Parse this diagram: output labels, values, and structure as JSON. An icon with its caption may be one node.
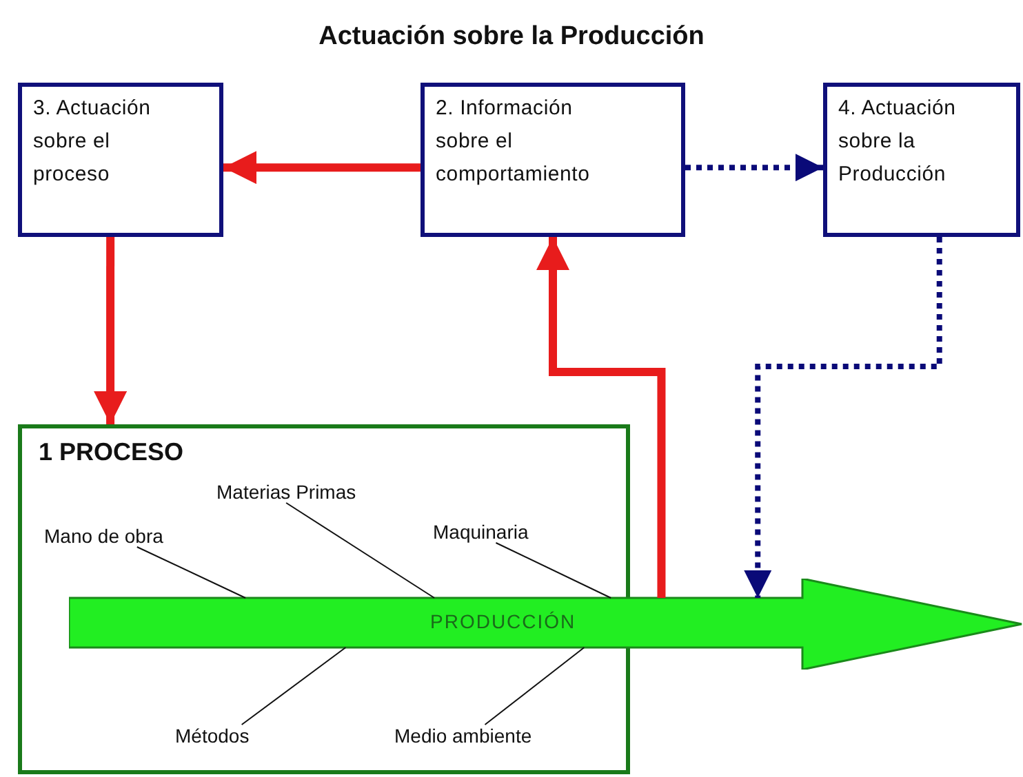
{
  "diagram": {
    "title": "Actuación sobre la Producción",
    "nodes": [
      {
        "text": [
          "3. Actuación sobre el proceso"
        ]
      },
      {
        "text": [
          "2. Información sobre el comportamiento"
        ]
      },
      {
        "text": [
          "4. Actuación sobre la Producción"
        ]
      },
      {
        "text": [
          "1 PROCESO"
        ]
      },
      {
        "text": [
          "PRODUCCIÓN"
        ]
      },
      {
        "text": [
          "Mano de obra"
        ],
        "in": 3
      },
      {
        "text": [
          "Materias Primas"
        ],
        "in": 3
      },
      {
        "text": [
          "Maquinaria"
        ],
        "in": 3
      },
      {
        "text": [
          "Métodos"
        ],
        "in": 3
      },
      {
        "text": [
          "Medio ambiente"
        ],
        "in": 3
      }
    ],
    "edges": [
      {
        "from": 1,
        "to": 0,
        "arrow": "to",
        "style": "thick",
        "color": "#e81c1c"
      },
      {
        "from": 1,
        "to": 2,
        "arrow": "to",
        "style": "dashed",
        "color": "#0a0a78"
      },
      {
        "from": 0,
        "to": 3,
        "arrow": "to",
        "style": "thick",
        "color": "#e81c1c"
      },
      {
        "from": 4,
        "to": 1,
        "arrow": "to",
        "style": "thick",
        "color": "#e81c1c"
      },
      {
        "from": 2,
        "to": 4,
        "arrow": "to",
        "style": "dashed",
        "color": "#0a0a78"
      },
      {
        "from": 5,
        "to": 4,
        "arrow": "none"
      },
      {
        "from": 6,
        "to": 4,
        "arrow": "none"
      },
      {
        "from": 7,
        "to": 4,
        "arrow": "none"
      },
      {
        "from": 8,
        "to": 4,
        "arrow": "none"
      },
      {
        "from": 9,
        "to": 4,
        "arrow": "none"
      }
    ]
  }
}
